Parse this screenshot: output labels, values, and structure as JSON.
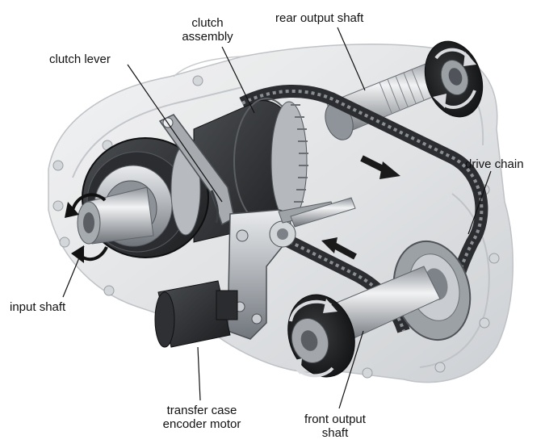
{
  "labels": {
    "clutch_assembly_line1": "clutch",
    "clutch_assembly_line2": "assembly",
    "rear_output_shaft": "rear output shaft",
    "clutch_lever": "clutch lever",
    "drive_chain": "drive chain",
    "input_shaft": "input shaft",
    "encoder_motor_line1": "transfer case",
    "encoder_motor_line2": "encoder motor",
    "front_output_shaft_line1": "front output",
    "front_output_shaft_line2": "shaft"
  }
}
